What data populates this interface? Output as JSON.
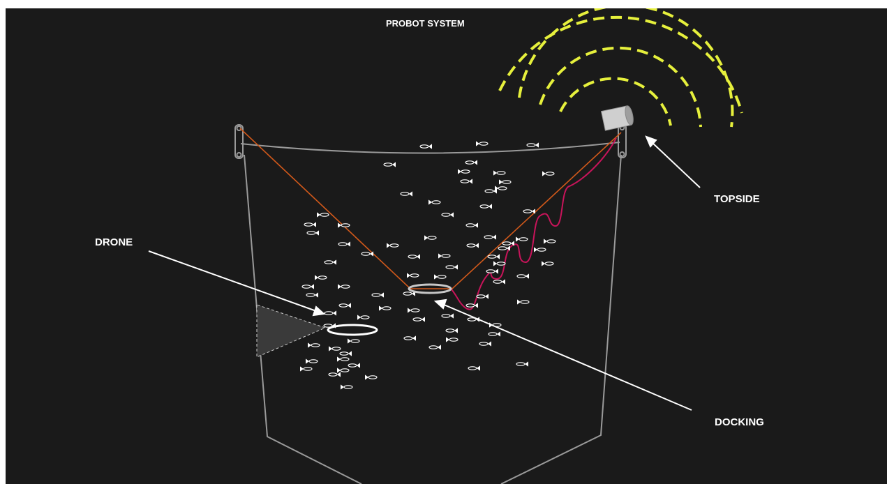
{
  "title": "PROBOT SYSTEM",
  "labels": {
    "drone": "DRONE",
    "topside": "TOPSIDE",
    "docking": "DOCKING"
  },
  "colors": {
    "background": "#1a1a1a",
    "net": "#9a9a9a",
    "rope": "#d2591a",
    "tether": "#c8145a",
    "signal": "#e6f03c",
    "fish": "#ffffff",
    "camera_cone": "#3a3a3a"
  },
  "icons": [
    "topside-buoy-icon",
    "signal-waves-icon",
    "fish-icon",
    "docking-ring-icon",
    "drone-ring-icon"
  ]
}
